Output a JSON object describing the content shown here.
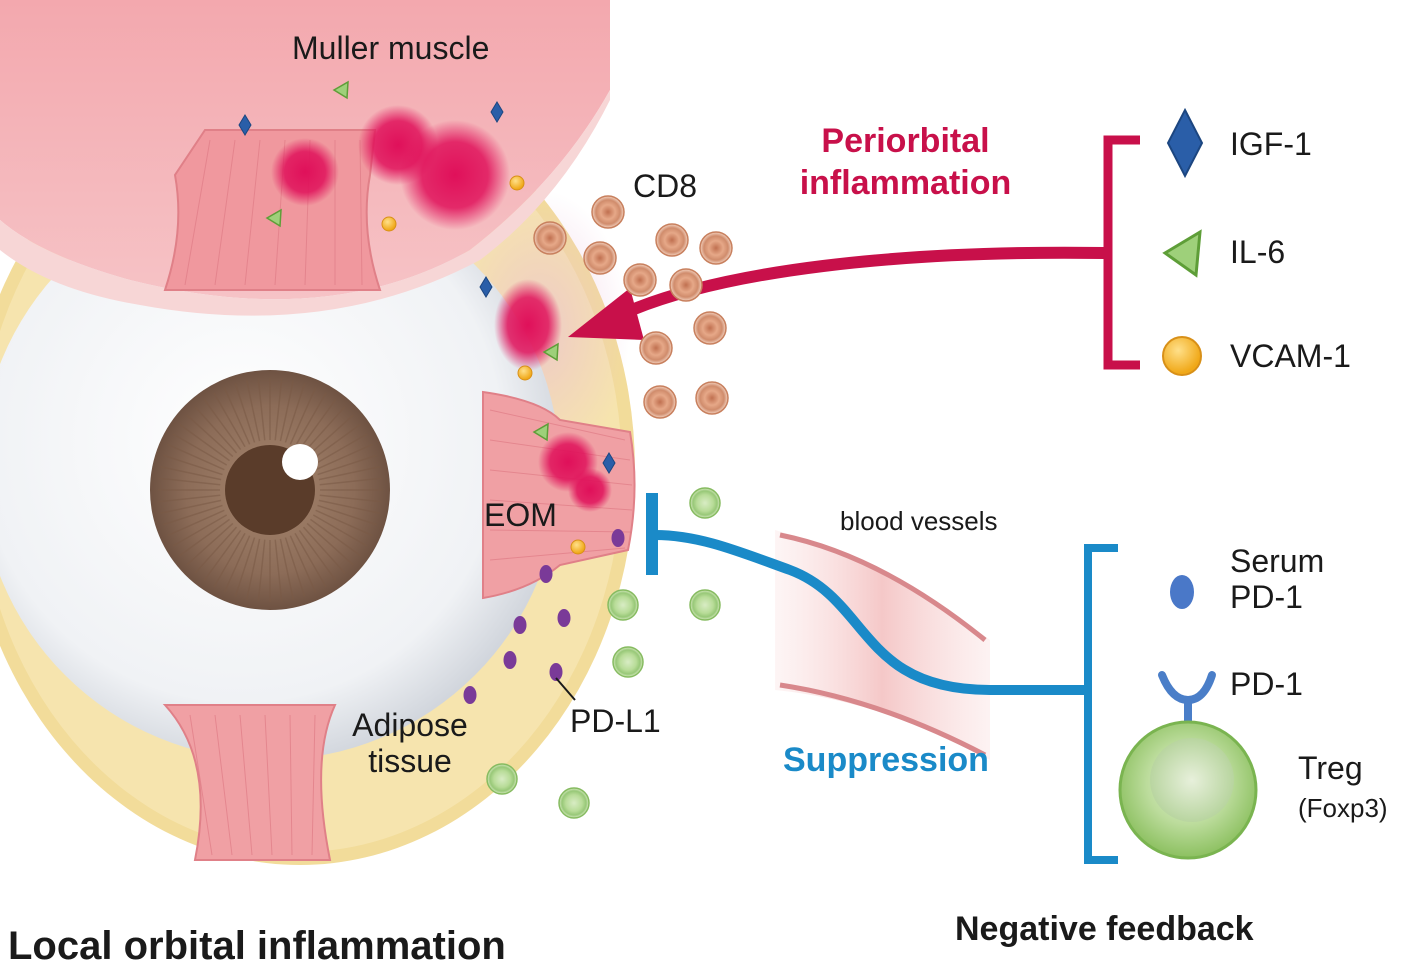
{
  "labels": {
    "muller_muscle": "Muller muscle",
    "cd8": "CD8",
    "periorbital_inflammation_line1": "Periorbital",
    "periorbital_inflammation_line2": "inflammation",
    "eom": "EOM",
    "blood_vessels": "blood vessels",
    "adipose_line1": "Adipose",
    "adipose_line2": "tissue",
    "pd_l1": "PD-L1",
    "suppression": "Suppression",
    "local_orbital_inflammation": "Local orbital inflammation",
    "negative_feedback": "Negative feedback"
  },
  "legend_top": {
    "items": [
      {
        "label": "IGF-1",
        "icon": "diamond-icon"
      },
      {
        "label": "IL-6",
        "icon": "triangle-icon"
      },
      {
        "label": "VCAM-1",
        "icon": "circle-icon"
      }
    ]
  },
  "legend_bottom": {
    "serum_line1": "Serum",
    "serum_line2": "PD-1",
    "pd1": "PD-1",
    "treg": "Treg",
    "foxp3": "(Foxp3)"
  },
  "colors": {
    "magenta": "#c8104a",
    "blue": "#1a8ac8",
    "igf1": "#2a5ea8",
    "il6": "#8cc864",
    "vcam1": "#f5b820",
    "pd_l1": "#7a3a98",
    "cd8": "#d89878",
    "treg": "#a8d088"
  }
}
